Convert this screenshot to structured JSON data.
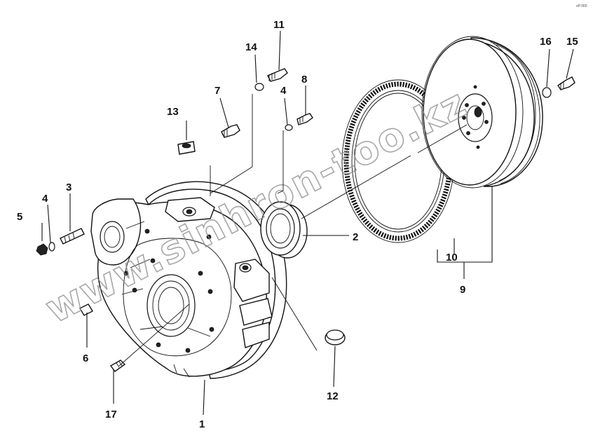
{
  "corner_code": "sP 000",
  "watermark": "www.sinhron-too.kz",
  "labels": {
    "l1": "1",
    "l2": "2",
    "l3": "3",
    "l4a": "4",
    "l4b": "4",
    "l5": "5",
    "l6": "6",
    "l7": "7",
    "l8": "8",
    "l9": "9",
    "l10": "10",
    "l11": "11",
    "l12": "12",
    "l13": "13",
    "l14": "14",
    "l15": "15",
    "l16": "16",
    "l17": "17"
  }
}
